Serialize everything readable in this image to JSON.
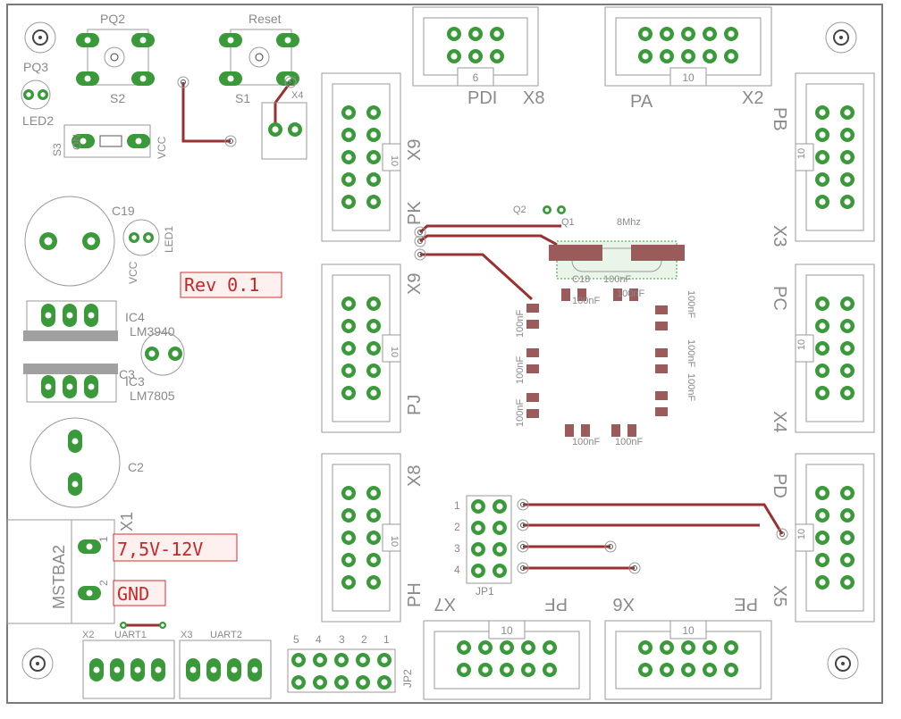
{
  "colors": {
    "outline": "#9a9a9a",
    "pad_fill": "#3a9a3a",
    "pad_hole": "#ffffff",
    "trace": "#9b3030",
    "smd": "#9b5b5b",
    "red": "#d03030",
    "board_edge": "#7a7a7a",
    "text": "#8a8a8a"
  },
  "labels": {
    "pq2": "PQ2",
    "reset": "Reset",
    "pq3": "PQ3",
    "s2": "S2",
    "s1": "S1",
    "x4_small": "X4",
    "led2": "LED2",
    "s3": "S3",
    "on": "ON",
    "vcc": "VCC",
    "c19": "C19",
    "led1": "LED1",
    "vcc2": "VCC",
    "rev": "Rev 0.1",
    "ic4": "IC4",
    "lm3940": "LM3940",
    "c3": "C3",
    "ic3": "IC3",
    "lm7805": "LM7805",
    "c2": "C2",
    "x1": "X1",
    "msba2": "MSTBA2",
    "v_in": "7,5V-12V",
    "gnd": "GND",
    "pin1": "1",
    "pin2": "2",
    "x2_small": "X2",
    "uart1": "UART1",
    "x3_small": "X3",
    "uart2": "UART2",
    "jp2": "JP2",
    "jp2_pins": [
      "5",
      "4",
      "3",
      "2",
      "1"
    ],
    "pdi": "PDI",
    "x8_top": "X8",
    "pa": "PA",
    "x2_top": "X2",
    "pb": "PB",
    "x3": "X3",
    "pc": "PC",
    "x4": "X4",
    "pd": "PD",
    "x5": "X5",
    "pe": "PE",
    "x6": "X6",
    "pf": "PF",
    "x7": "X7",
    "ph": "PH",
    "x8": "X8",
    "pj": "PJ",
    "x9": "X9",
    "pk": "PK",
    "x9_b": "X9",
    "jp1": "JP1",
    "jp1_pins": [
      "1",
      "2",
      "3",
      "4"
    ],
    "q2": "Q2",
    "q1": "Q1",
    "xtal": "8Mhz",
    "c18": "C18",
    "cap_100nf": "100nF",
    "pin6": "6",
    "pin10": "10"
  }
}
